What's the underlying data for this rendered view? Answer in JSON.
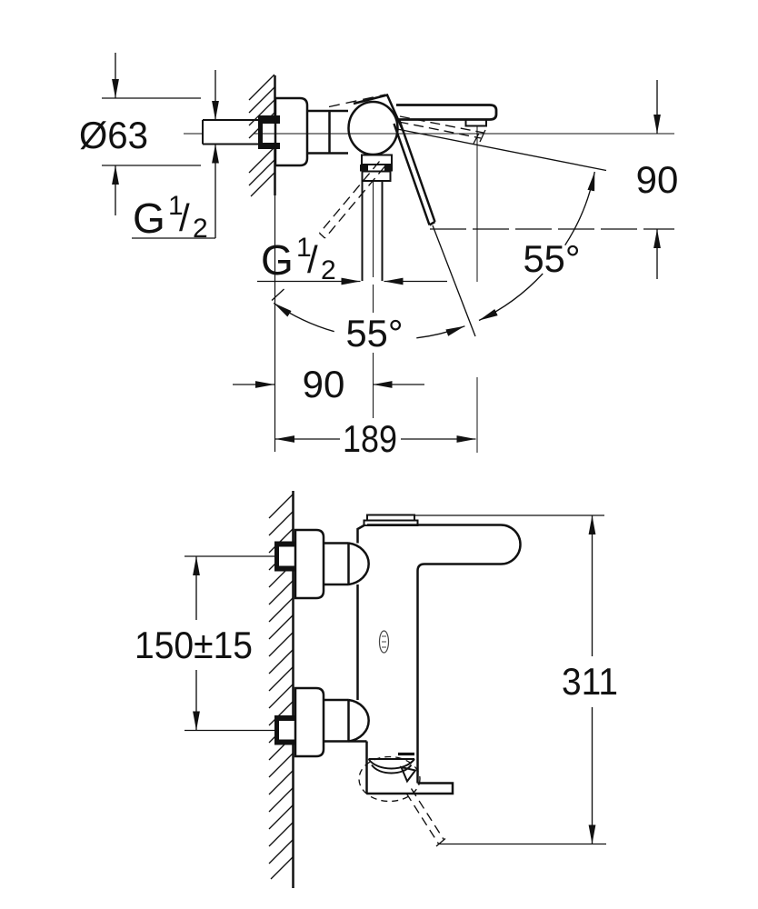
{
  "drawing": {
    "type": "technical-dimension-drawing",
    "product": "wall-mounted single-lever bath mixer",
    "colors": {
      "line": "#111111",
      "background": "#ffffff"
    },
    "labels": {
      "escutcheon_diameter": "Ø63",
      "thread_wall": {
        "prefix": "G",
        "numerator": "1",
        "slash": "/",
        "denominator": "2"
      },
      "thread_outlet": {
        "prefix": "G",
        "numerator": "1",
        "slash": "/",
        "denominator": "2"
      },
      "angle_spout": "55°",
      "angle_handle": "55°",
      "dim_wall_to_outlet": "90",
      "dim_wall_to_spout": "189",
      "dim_handle_drop": "90",
      "dim_connection_spacing": "150±15",
      "dim_overall_height": "311"
    }
  }
}
